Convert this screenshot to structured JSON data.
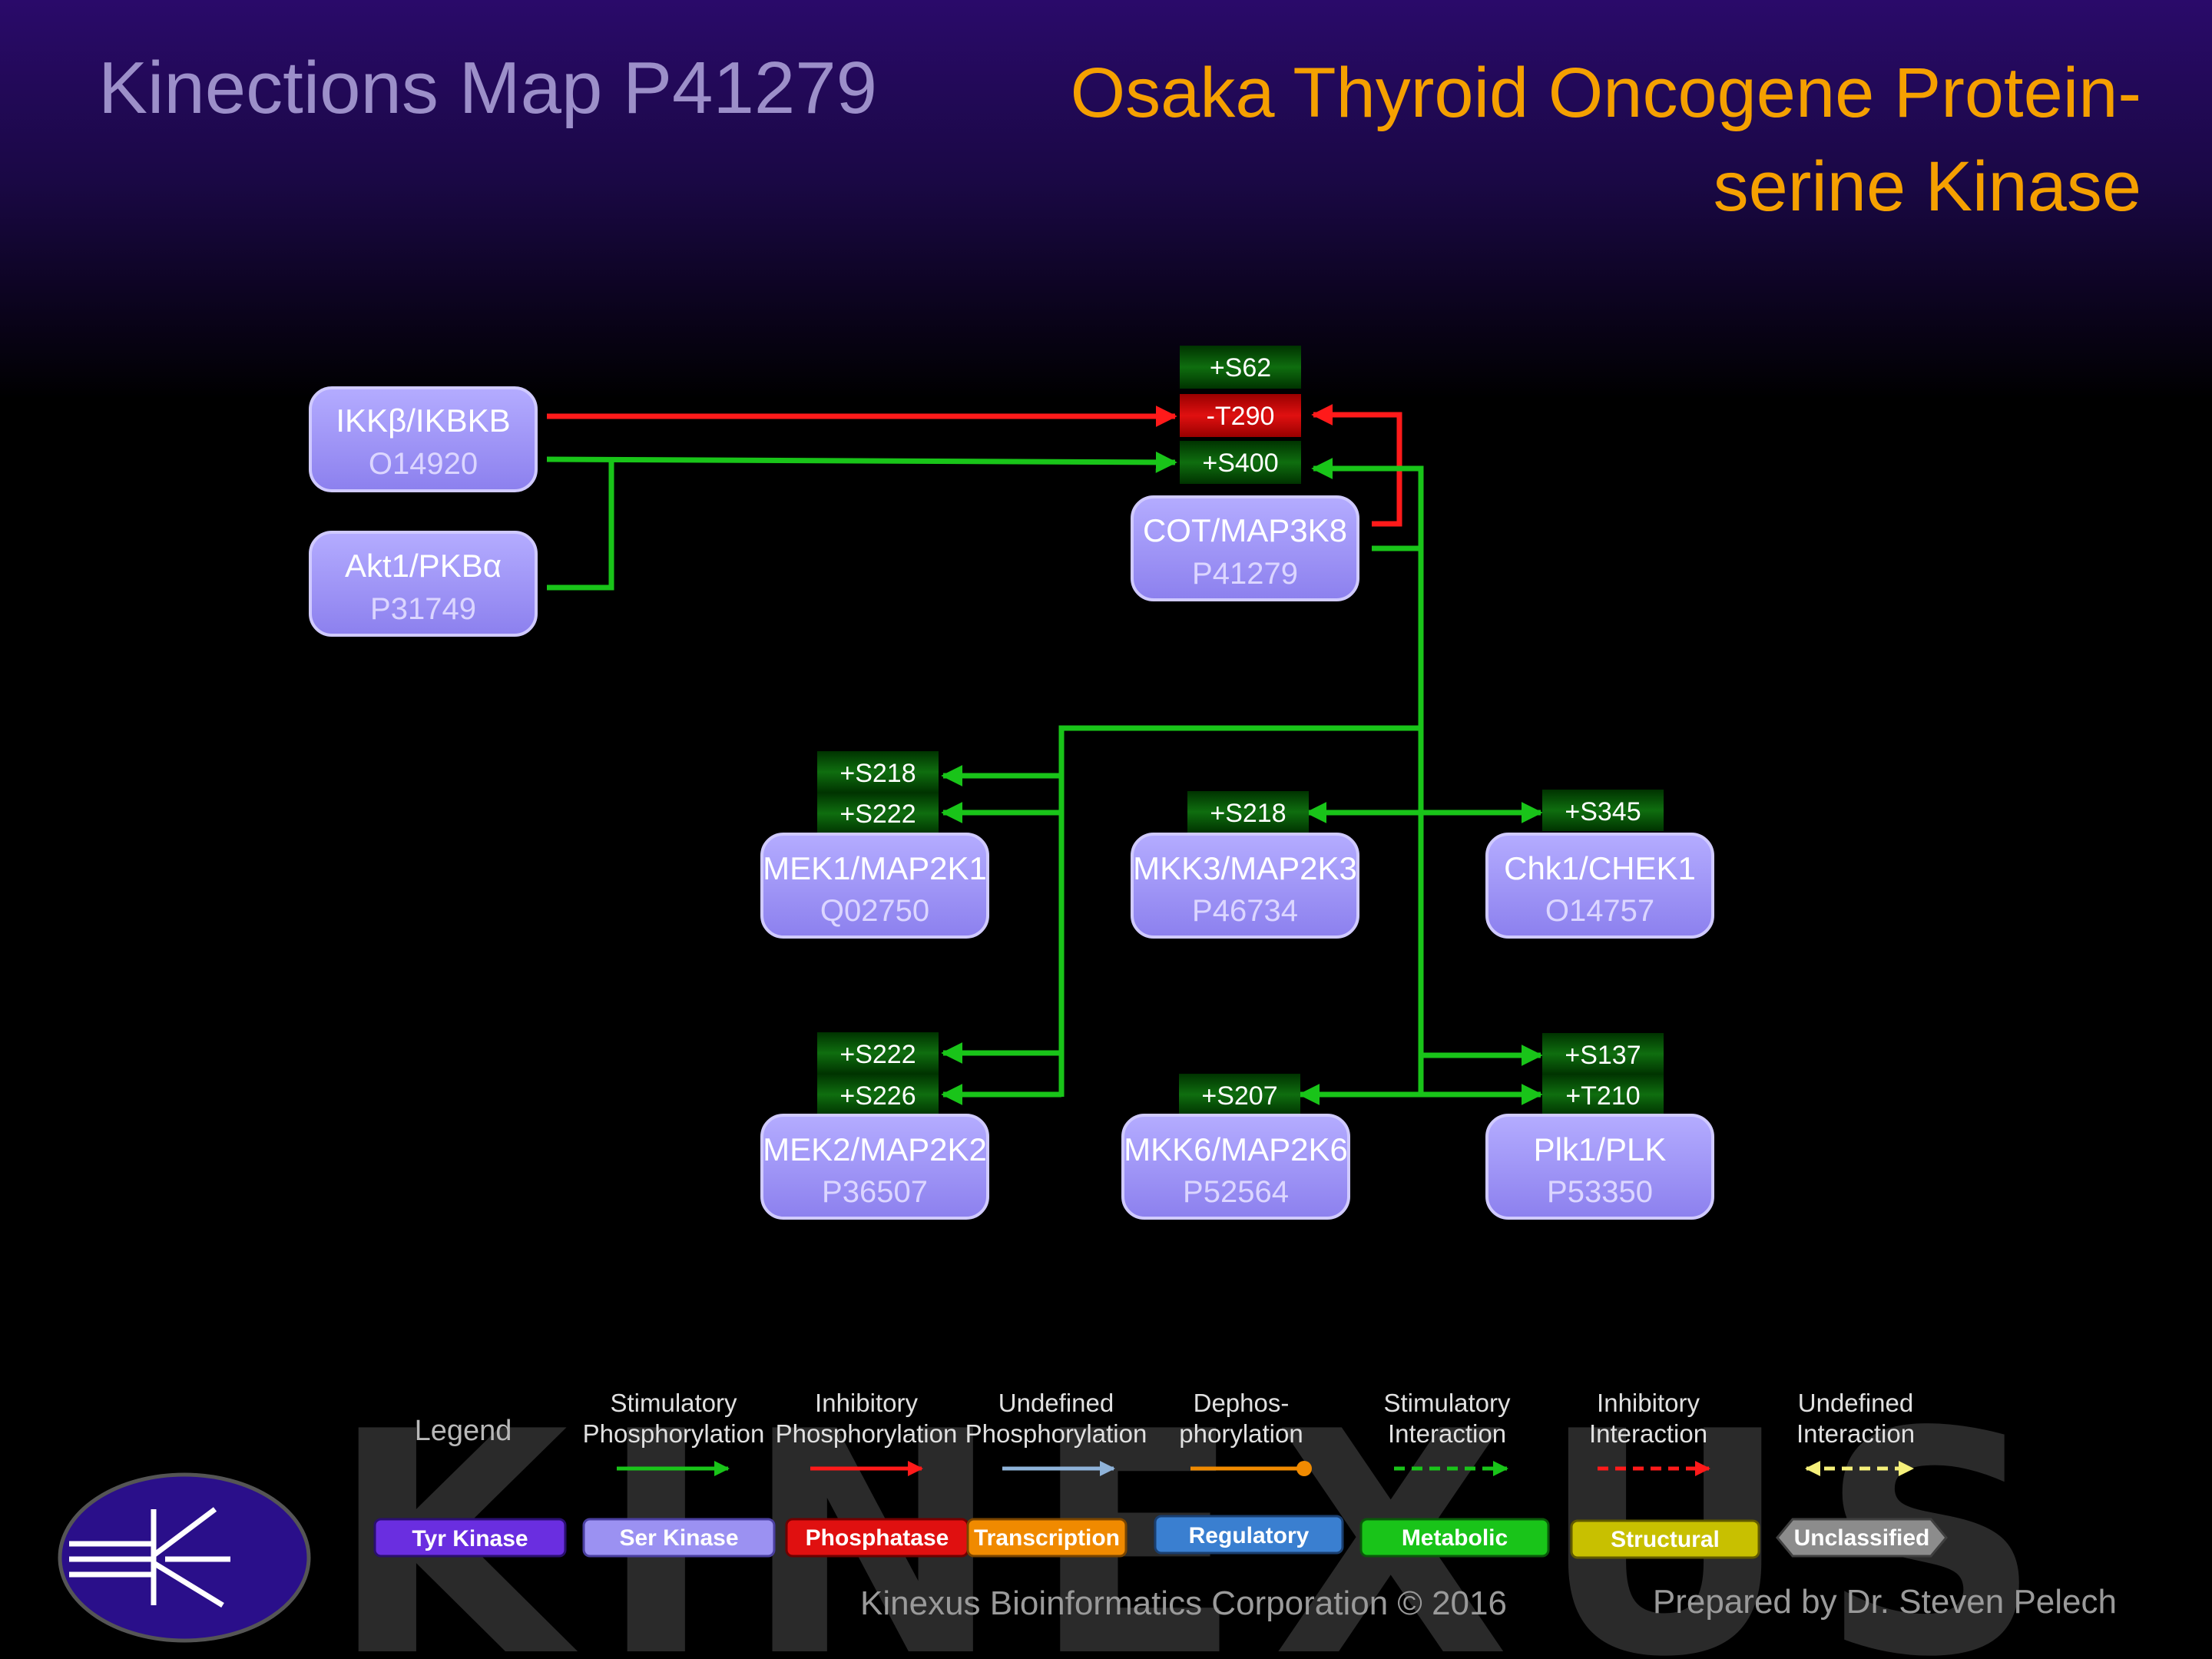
{
  "title_left": "Kinections Map P41279",
  "title_right_line1": "Osaka Thyroid Oncogene Protein-",
  "title_right_line2": "serine Kinase",
  "colors": {
    "node_fill": "#9b91f2",
    "node_stroke": "#c9c2ff",
    "stimulatory": "#19c419",
    "inhibitory": "#ff1a1a",
    "site_stimulatory_bg": "#0b5a0b",
    "site_inhibitory_bg": "#cc0000",
    "title_right": "#f5a000",
    "title_left": "#9c8fc9"
  },
  "nodes": {
    "ikbkb": {
      "name": "IKKβ/IKBKB",
      "acc": "O14920"
    },
    "akt1": {
      "name": "Akt1/PKBα",
      "acc": "P31749"
    },
    "cot": {
      "name": "COT/MAP3K8",
      "acc": "P41279"
    },
    "mek1": {
      "name": "MEK1/MAP2K1",
      "acc": "Q02750"
    },
    "mkk3": {
      "name": "MKK3/MAP2K3",
      "acc": "P46734"
    },
    "chk1": {
      "name": "Chk1/CHEK1",
      "acc": "O14757"
    },
    "mek2": {
      "name": "MEK2/MAP2K2",
      "acc": "P36507"
    },
    "mkk6": {
      "name": "MKK6/MAP2K6",
      "acc": "P52564"
    },
    "plk1": {
      "name": "Plk1/PLK",
      "acc": "P53350"
    }
  },
  "sites": {
    "cot_s62": "+S62",
    "cot_t290": "-T290",
    "cot_s400": "+S400",
    "mek1_s218": "+S218",
    "mek1_s222": "+S222",
    "mkk3_s218": "+S218",
    "chk1_s345": "+S345",
    "mek2_s222": "+S222",
    "mek2_s226": "+S226",
    "mkk6_s207": "+S207",
    "plk1_s137": "+S137",
    "plk1_t210": "+T210"
  },
  "legend": {
    "title": "Legend",
    "items": [
      {
        "line1": "Stimulatory",
        "line2": "Phosphorylation",
        "color": "#19c419",
        "style": "solid-arrow"
      },
      {
        "line1": "Inhibitory",
        "line2": "Phosphorylation",
        "color": "#ff1a1a",
        "style": "solid-arrow"
      },
      {
        "line1": "Undefined",
        "line2": "Phosphorylation",
        "color": "#8fb3d9",
        "style": "solid-arrow"
      },
      {
        "line1": "Dephos-",
        "line2": "phorylation",
        "color": "#f08a00",
        "style": "dot-end"
      },
      {
        "line1": "Stimulatory",
        "line2": "Interaction",
        "color": "#19c419",
        "style": "dashed-arrow"
      },
      {
        "line1": "Inhibitory",
        "line2": "Interaction",
        "color": "#ff1a1a",
        "style": "dashed-arrow"
      },
      {
        "line1": "Undefined",
        "line2": "Interaction",
        "color": "#f5f07a",
        "style": "dashed-double"
      }
    ],
    "chips": [
      {
        "label": "Tyr Kinase",
        "color": "#6a2ee0"
      },
      {
        "label": "Ser Kinase",
        "color": "#9b91f2"
      },
      {
        "label": "Phosphatase",
        "color": "#e01010"
      },
      {
        "label": "Transcription",
        "color": "#f08a00"
      },
      {
        "label": "Regulatory",
        "color": "#3a7fd0"
      },
      {
        "label": "Metabolic",
        "color": "#19c419"
      },
      {
        "label": "Structural",
        "color": "#c8c000"
      },
      {
        "label": "Unclassified",
        "color": "#8c8c8c"
      }
    ]
  },
  "footer_left": "Kinexus Bioinformatics Corporation © 2016",
  "footer_right": "Prepared by Dr. Steven Pelech",
  "watermark": "KINEXUS"
}
